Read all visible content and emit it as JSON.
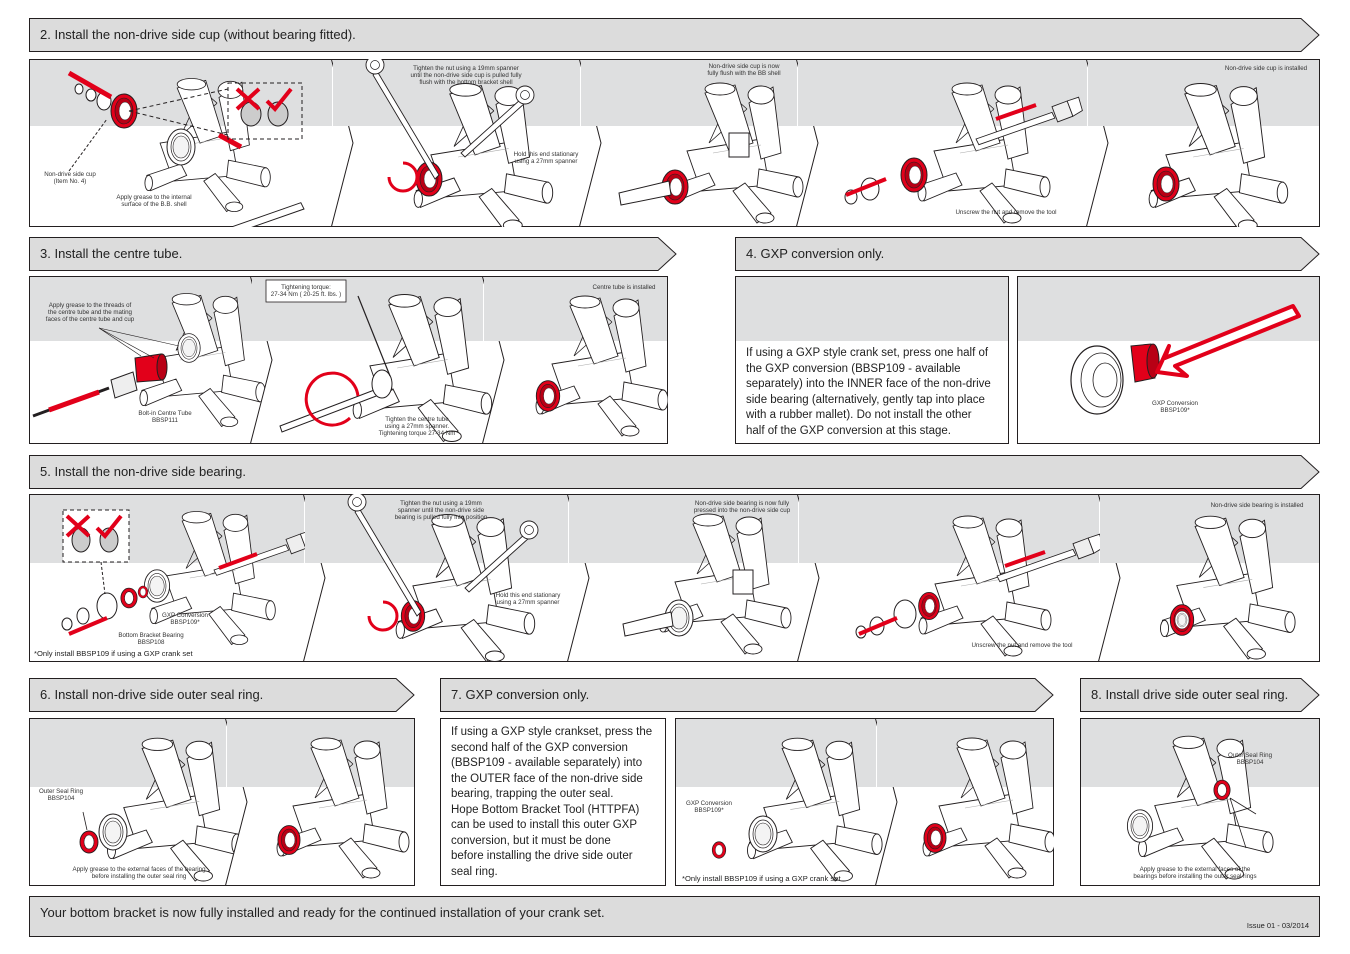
{
  "sections": {
    "s2": "2.  Install the non-drive side cup (without bearing fitted).",
    "s3": "3.  Install the centre tube.",
    "s4": "4.  GXP conversion only.",
    "s5": "5.  Install the non-drive side bearing.",
    "s6": "6.  Install non-drive side outer seal ring.",
    "s7": "7.  GXP conversion only.",
    "s8": "8.  Install drive side outer seal ring."
  },
  "step2": {
    "cup_label": "Non-drive side cup\n(Item No. 4)",
    "grease_label": "Apply grease to the internal\nsurface of the B.B. shell",
    "tighten_label": "Tighten the nut using a 19mm spanner\nuntil the non-drive side cup is pulled fully\nflush with the bottom bracket shell",
    "hold_label": "Hold this end stationary\nusing a 27mm spanner",
    "flush_label": "Non-drive side cup is now\nfully flush with the BB shell",
    "unscrew_label": "Unscrew the nut and remove the tool",
    "installed_label": "Non-drive side cup is installed"
  },
  "step3": {
    "grease_label": "Apply grease to the threads of\nthe centre tube and the mating\nfaces of the centre tube and cup",
    "tube_label": "Bolt-in Centre Tube\nBBSP111",
    "torque_box": "Tightening torque:\n27-34 Nm ( 20-25 ft. lbs. )",
    "tighten_label": "Tighten the centre tube\nusing a 27mm spanner.\nTightening torque 27-34 Nm",
    "installed_label": "Centre tube is installed"
  },
  "step4": {
    "text": "If using a GXP style crank set, press one half of\nthe GXP conversion (BBSP109 - available\nseparately) into the INNER face of the non-drive\nside bearing (alternatively,  gently tap into place\nwith a rubber mallet).  Do not install the other\nhalf of the GXP conversion at this stage.",
    "gxp_label": "GXP Conversion\nBBSP109*"
  },
  "step5": {
    "gxp_label": "GXP Conversion\nBBSP109*",
    "bearing_label": "Bottom Bracket Bearing\nBBSP108",
    "note": "*Only install BBSP109 if using a GXP crank set",
    "tighten_label": "Tighten the nut using a 19mm\nspanner until the non-drive side\nbearing is pulled fully into position",
    "hold_label": "Hold this end stationary\nusing a 27mm spanner",
    "pressed_label": "Non-drive side bearing is now fully\npressed into the non-drive side cup",
    "unscrew_label": "Unscrew the nut and remove the tool",
    "installed_label": "Non-drive side bearing is installed"
  },
  "step6": {
    "seal_label": "Outer Seal Ring\nBBSP104",
    "grease_label": "Apply grease to the external faces of the bearing\nbefore installing the outer seal ring"
  },
  "step7": {
    "text": "If using a GXP style crankset, press the\nsecond half of the GXP conversion\n(BBSP109 - available separately) into\nthe OUTER face of the non-drive side\nbearing, trapping the outer seal.\nHope Bottom Bracket Tool (HTTPFA)\ncan be used to install this outer GXP\nconversion, but it must be done\nbefore installing the drive side outer\nseal ring.",
    "gxp_label": "GXP Conversion\nBBSP109*",
    "note": "*Only install BBSP109 if using a GXP crank set"
  },
  "step8": {
    "seal_label": "Outer Seal Ring\nBBSP104",
    "grease_label": "Apply grease to the external faces of the\nbearings before installing the outer seal rings"
  },
  "footer": {
    "text": "Your bottom bracket is now fully installed and ready for the continued installation of your crank set.",
    "issue": "Issue 01 - 03/2014"
  },
  "colors": {
    "header_fill": "#dcdcdc",
    "accent_red": "#e2001a",
    "panel_top": "#dedfe0",
    "border": "#231f20"
  }
}
